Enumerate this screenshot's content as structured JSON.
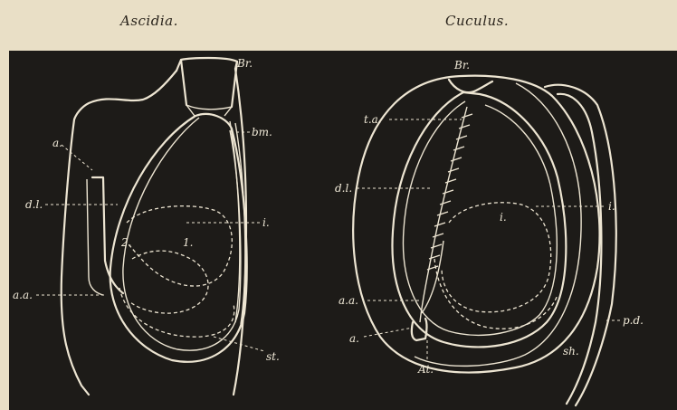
{
  "captions": {
    "left": "Ascidia.",
    "right": "Cuculus."
  },
  "labels": {
    "left": {
      "br": "Br.",
      "a": "a.",
      "bm": "bm.",
      "dl": "d.l.",
      "i": "i.",
      "num2": "2.",
      "num1": "1.",
      "aa": "a.a.",
      "st": "st."
    },
    "right": {
      "br": "Br.",
      "ta": "t.a.",
      "dl": "d.l.",
      "i": "i.",
      "i2": "i.",
      "aa": "a.a.",
      "a": "a.",
      "sh": "sh.",
      "pd": "p.d.",
      "at": "At."
    }
  },
  "colors": {
    "background": "#e9dfc6",
    "plate": "#1d1b18",
    "line": "#ede5d2"
  }
}
